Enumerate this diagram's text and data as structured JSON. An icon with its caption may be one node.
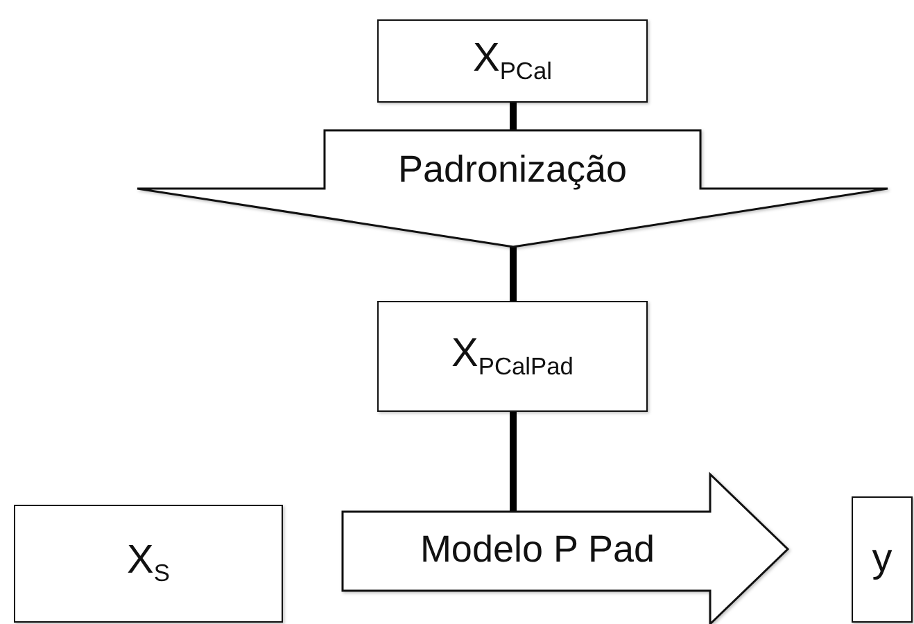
{
  "diagram": {
    "nodes": [
      {
        "text": [
          "X$_{PCal}$"
        ]
      },
      {
        "text": [
          "Padronização"
        ]
      },
      {
        "text": [
          "X$_{PCalPad}$"
        ]
      },
      {
        "text": [
          "X$_{S}$"
        ]
      },
      {
        "text": [
          "Modelo P Pad"
        ]
      },
      {
        "text": [
          "y"
        ]
      }
    ],
    "edges": [
      {
        "from": 0,
        "to": 1,
        "arrow": "none"
      },
      {
        "from": 1,
        "to": 2,
        "arrow": "none"
      },
      {
        "from": 2,
        "to": 4,
        "arrow": "none"
      }
    ]
  }
}
